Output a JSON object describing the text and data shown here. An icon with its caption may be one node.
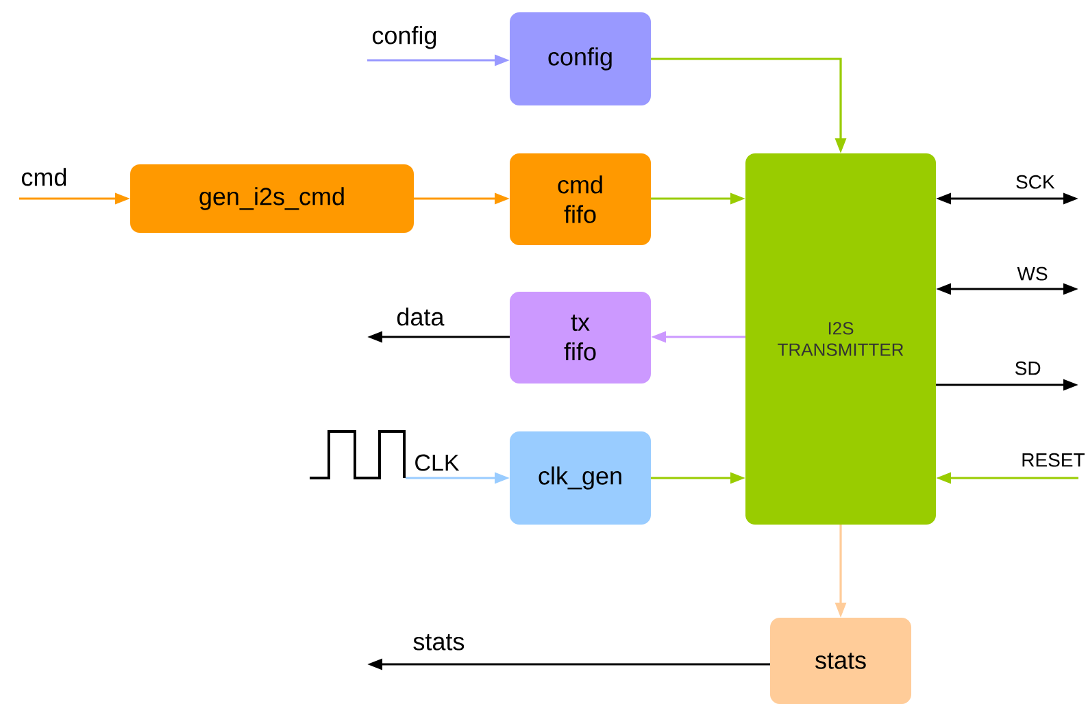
{
  "diagram": {
    "nodes": [
      {
        "text": [
          "config"
        ]
      },
      {
        "text": [
          "gen_i2s_cmd"
        ]
      },
      {
        "text": [
          "cmd fifo"
        ]
      },
      {
        "text": [
          "tx fifo"
        ]
      },
      {
        "text": [
          "clk_gen"
        ]
      },
      {
        "text": [
          "I2S TRANSMITTER"
        ]
      },
      {
        "text": [
          "stats"
        ]
      },
      {
        "text": [],
        "shape": "waveform"
      }
    ],
    "edges": [
      {
        "from": null,
        "to": 0,
        "arrow": "to",
        "label": "config",
        "color": "#9999ff"
      },
      {
        "from": 0,
        "to": 5,
        "arrow": "to",
        "color": "#99cc00"
      },
      {
        "from": null,
        "to": 1,
        "arrow": "to",
        "label": "cmd",
        "color": "#ff9900"
      },
      {
        "from": 1,
        "to": 2,
        "arrow": "to",
        "color": "#ff9900"
      },
      {
        "from": 2,
        "to": 5,
        "arrow": "to",
        "color": "#99cc00"
      },
      {
        "from": 5,
        "to": 3,
        "arrow": "to",
        "color": "#cc99ff"
      },
      {
        "from": 3,
        "to": null,
        "arrow": "to",
        "label": "data"
      },
      {
        "from": 7,
        "to": 4,
        "arrow": "to",
        "label": "CLK",
        "color": "#99ccff"
      },
      {
        "from": 4,
        "to": 5,
        "arrow": "to",
        "color": "#99cc00"
      },
      {
        "from": 5,
        "to": null,
        "arrow": "both",
        "label": "SCK"
      },
      {
        "from": 5,
        "to": null,
        "arrow": "both",
        "label": "WS"
      },
      {
        "from": 5,
        "to": null,
        "arrow": "to",
        "label": "SD"
      },
      {
        "from": null,
        "to": 5,
        "arrow": "to",
        "label": "RESET",
        "color": "#99cc00"
      },
      {
        "from": 5,
        "to": 6,
        "arrow": "to",
        "color": "#ffcc99"
      },
      {
        "from": 6,
        "to": null,
        "arrow": "to",
        "label": "stats"
      }
    ]
  }
}
